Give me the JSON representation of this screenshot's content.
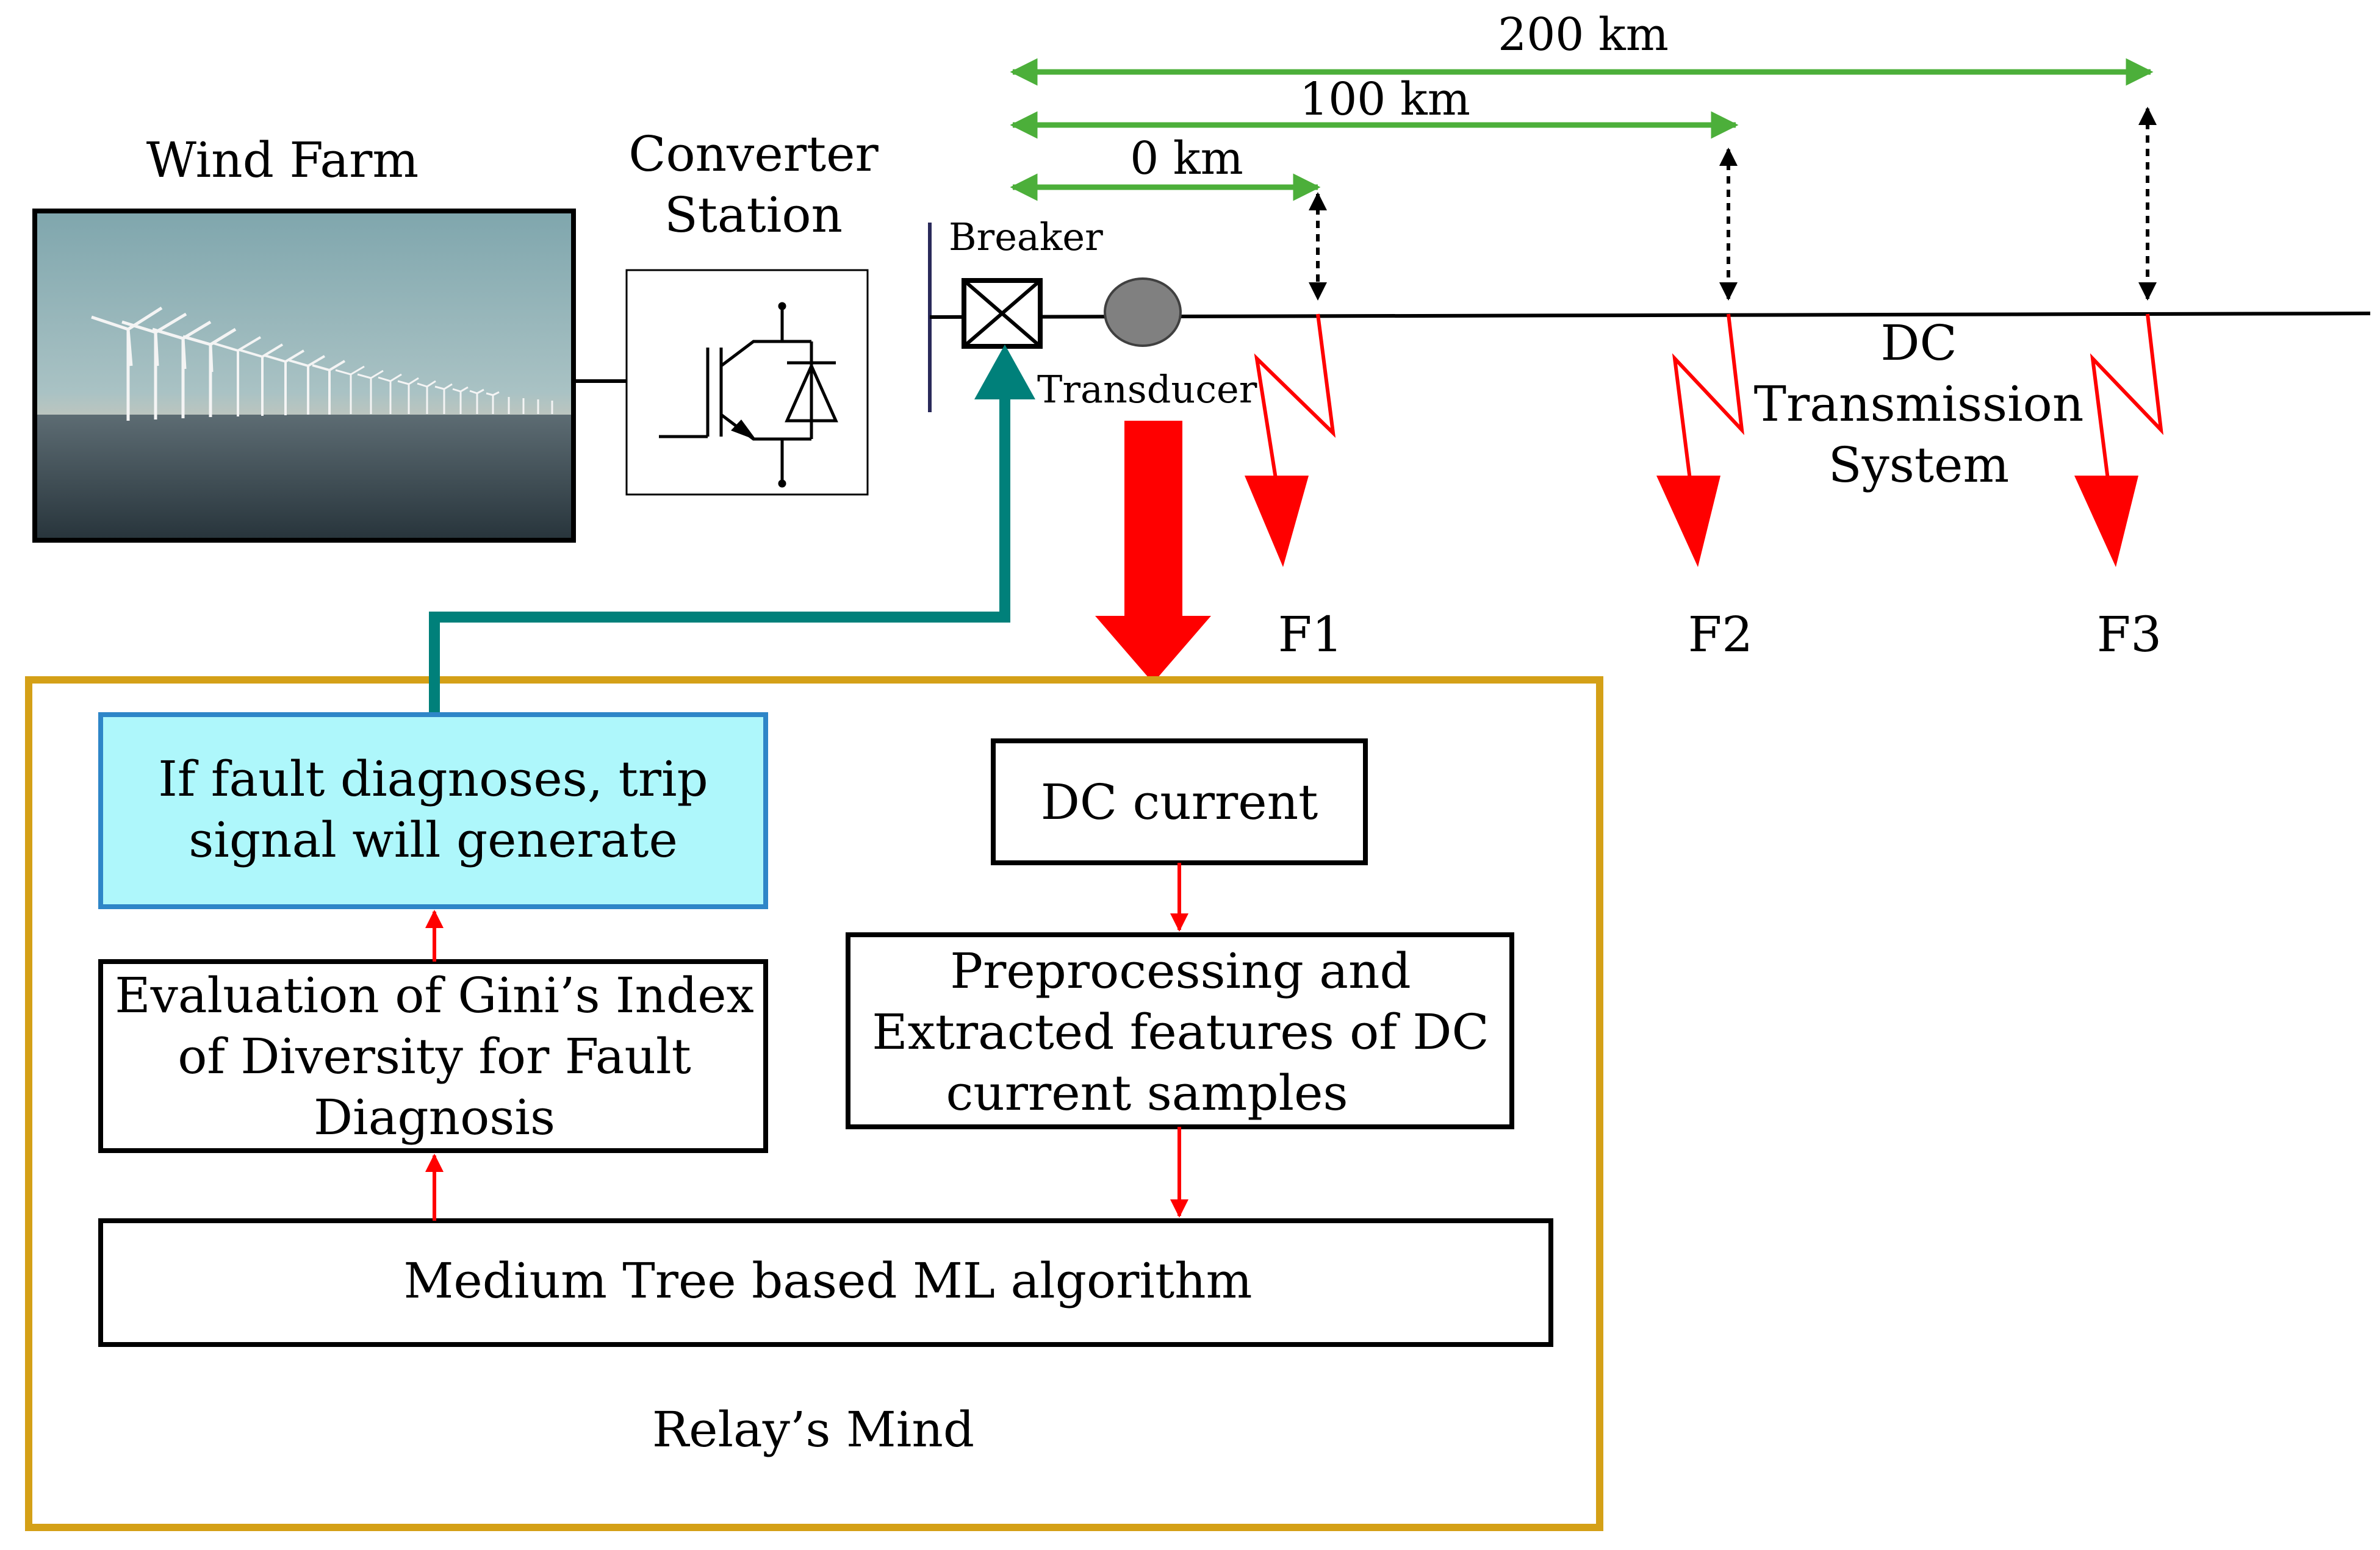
{
  "labels": {
    "wind_farm": "Wind Farm",
    "converter_line1": "Converter",
    "converter_line2": "Station",
    "breaker": "Breaker",
    "transducer": "Transducer",
    "dc_line1": "DC",
    "dc_line2": "Transmission",
    "dc_line3": "System",
    "dist_200": "200 km",
    "dist_100": "100 km",
    "dist_0": "0 km",
    "fault_f1": "F1",
    "fault_f2": "F2",
    "fault_f3": "F3",
    "relays_mind": "Relay’s Mind"
  },
  "boxes": {
    "trip_line1": "If fault diagnoses, trip",
    "trip_line2": "signal will generate",
    "dc_current": "DC current",
    "prep_line1": "Preprocessing and",
    "prep_line2": "Extracted features of DC",
    "prep_line3": "current samples",
    "gini_line1": "Evaluation of Gini’s Index",
    "gini_line2": "of Diversity for Fault",
    "gini_line3": "Diagnosis",
    "medium_tree": "Medium Tree based ML algorithm"
  },
  "colors": {
    "distance_arrow": "#4caf3a",
    "fault_red": "#ff0000",
    "trip_signal": "#00807a",
    "relay_border": "#d4a017",
    "trip_box_fill": "#aef7fb",
    "trip_box_border": "#2e86c8",
    "transducer_fill": "#808080"
  },
  "icons": {
    "wind_farm_photo": "offshore-wind-turbines",
    "converter": "igbt-with-diode",
    "breaker": "breaker-x-box"
  }
}
